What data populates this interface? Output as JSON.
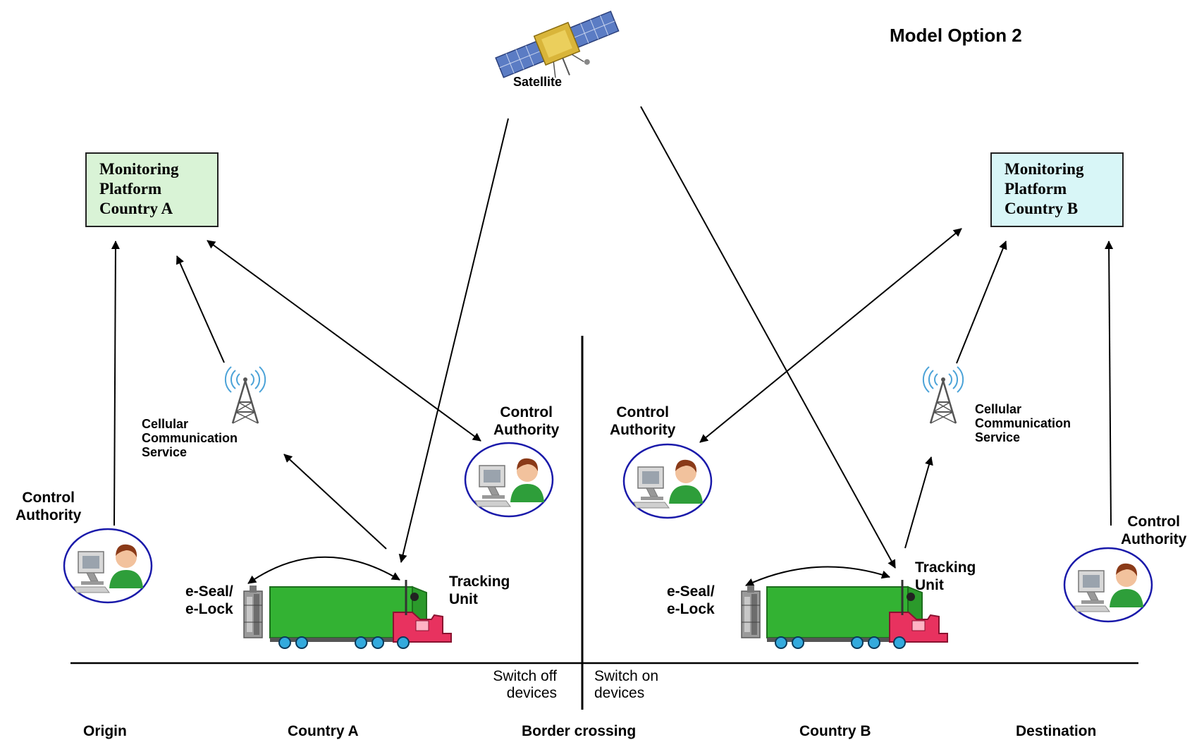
{
  "title": "Model Option 2",
  "satellite_label": "Satellite",
  "platform_a": {
    "line1": "Monitoring",
    "line2": "Platform",
    "line3": "Country A",
    "fill": "#d9f3d6"
  },
  "platform_b": {
    "line1": "Monitoring",
    "line2": "Platform",
    "line3": "Country B",
    "fill": "#d8f6f7"
  },
  "cellular_a": {
    "line1": "Cellular",
    "line2": "Communication",
    "line3": "Service"
  },
  "cellular_b": {
    "line1": "Cellular",
    "line2": "Communication",
    "line3": "Service"
  },
  "authority_origin": {
    "line1": "Control",
    "line2": "Authority"
  },
  "authority_a": {
    "line1": "Control",
    "line2": "Authority"
  },
  "authority_b": {
    "line1": "Control",
    "line2": "Authority"
  },
  "authority_destination": {
    "line1": "Control",
    "line2": "Authority"
  },
  "truck_a": {
    "seal_line1": "e-Seal/",
    "seal_line2": "e-Lock",
    "tracking_line1": "Tracking",
    "tracking_line2": "Unit"
  },
  "truck_b": {
    "seal_line1": "e-Seal/",
    "seal_line2": "e-Lock",
    "tracking_line1": "Tracking",
    "tracking_line2": "Unit"
  },
  "switch_off": {
    "line1": "Switch off",
    "line2": "devices"
  },
  "switch_on": {
    "line1": "Switch on",
    "line2": "devices"
  },
  "zones": {
    "origin": "Origin",
    "country_a": "Country A",
    "border": "Border crossing",
    "country_b": "Country B",
    "destination": "Destination"
  },
  "colors": {
    "trailer": "#33b233",
    "cab": "#e8325f",
    "wheel": "#33aadd",
    "circle": "#1a1aaa",
    "person_shirt": "#2e9e3a",
    "person_hair": "#8a3a18"
  },
  "icons": [
    "satellite-icon",
    "cell-tower-icon",
    "operator-at-computer-icon",
    "truck-icon",
    "e-seal-icon"
  ]
}
